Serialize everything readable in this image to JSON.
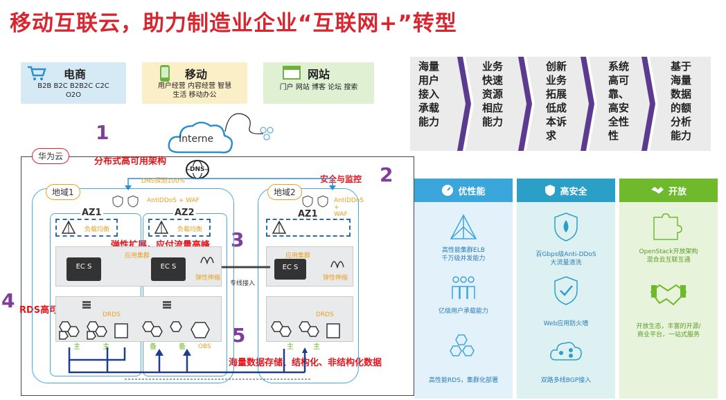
{
  "title": "移动互联云，助力制造业企业“互联网+”转型",
  "top_boxes": [
    {
      "heading": "电商",
      "lines": [
        "B2B B2C B2B2C C2C",
        "O2O"
      ],
      "bg": "#d6eaf6",
      "icon": "cart-icon"
    },
    {
      "heading": "移动",
      "lines": [
        "用户经营 内容经营 智慧",
        "生活 移动办公"
      ],
      "bg": "#fbefc8",
      "icon": "mobile-icon"
    },
    {
      "heading": "网站",
      "lines": [
        "门户 网站 博客 论坛 搜索"
      ],
      "bg": "#dff0d3",
      "icon": "web-icon"
    }
  ],
  "internet_label": "Interne",
  "dns_label": "DNS",
  "cloud_label": "华为云",
  "numbers": [
    "1",
    "2",
    "3",
    "4",
    "5"
  ],
  "callouts": {
    "c1": "分布式高可用架构",
    "c2": "安全与监控",
    "c3": "弹性扩展，应付流量高峰",
    "c4": "RDS高可用",
    "c5": "海量数据存储、结构化、非结构化数据"
  },
  "regions": [
    "地域1",
    "地域2"
  ],
  "dns_probe": "DNS探测100%",
  "antiddos": "AntiDDoS + WAF",
  "antiddos2": "AntiDDoS + WAF",
  "az_labels": [
    "AZ1",
    "AZ2",
    "AZ1"
  ],
  "lb_label": "负载均衡",
  "app_cluster": "应用集群",
  "elastic": "弹性伸缩",
  "ecs_label": "EC S",
  "drds": "DRDS",
  "dedicated_line": "专线接入",
  "db_roles": [
    "主",
    "主",
    "备",
    "备",
    "主",
    "主"
  ],
  "obs": "OBS",
  "advantages": [
    [
      "海量",
      "用户",
      "接入",
      "承载",
      "能力"
    ],
    [
      "业务",
      "快速",
      "资源",
      "相应",
      "能力"
    ],
    [
      "创新",
      "业务",
      "拓展",
      "低成",
      "本诉",
      "求"
    ],
    [
      "系统",
      "高可",
      "靠、",
      "高安",
      "全性",
      "性"
    ],
    [
      "基于",
      "海量",
      "数据",
      "的额",
      "分析",
      "能力"
    ]
  ],
  "panels": [
    {
      "header": "优性能",
      "header_color": "#3aa6dc",
      "body_color": "#e2f1fa",
      "icon": "gauge-icon",
      "features": [
        {
          "icon": "triangle-network-icon",
          "text": [
            "高性能集群ELB",
            "千万级并发能力"
          ]
        },
        {
          "icon": "users-icon",
          "text": [
            "亿级用户承载能力"
          ]
        },
        {
          "icon": "hexagon-icon",
          "text": [
            "高性能RDS，集群化部署"
          ]
        }
      ]
    },
    {
      "header": "高安全",
      "header_color": "#2b9fc7",
      "body_color": "#def1f2",
      "icon": "shield-icon",
      "features": [
        {
          "icon": "drop-shield-icon",
          "text": [
            "百Gbps级Anti-DDoS",
            "大流量清洗"
          ]
        },
        {
          "icon": "firewall-shield-icon",
          "text": [
            "Web应用防火墙"
          ]
        },
        {
          "icon": "cloud-share-icon",
          "text": [
            "双路多线BGP接入"
          ]
        }
      ]
    },
    {
      "header": "开放",
      "header_color": "#6fb92c",
      "body_color": "#e8f3dc",
      "icon": "handshake-icon",
      "features": [
        {
          "icon": "puzzle-icon",
          "text": [
            "OpenStack开放架构",
            "混合云互联互通"
          ]
        },
        {
          "icon": "handshake-icon",
          "text": [
            "开放生态，丰富的开源/",
            "商业平台，一站式服务"
          ]
        }
      ]
    }
  ],
  "colors": {
    "title": "#d7262f",
    "callout": "#e3141a",
    "number": "#7f3f98",
    "region": "#47a8de",
    "az": "#2c6aa8"
  }
}
